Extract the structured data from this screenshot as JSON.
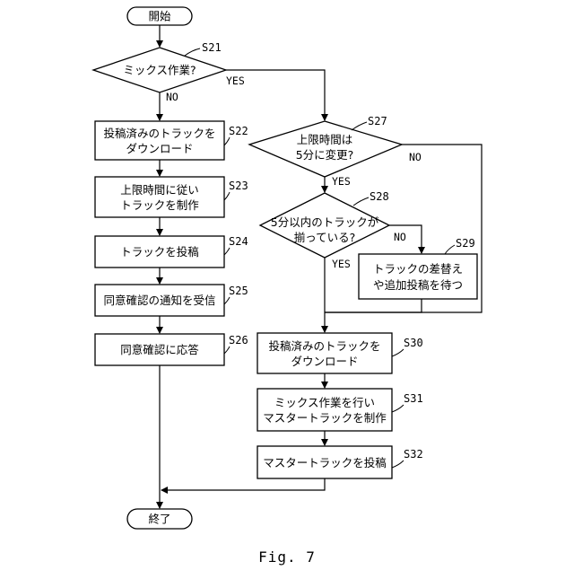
{
  "flowchart": {
    "start": "開始",
    "end": "終了",
    "s21": {
      "label": "S21",
      "lines": [
        "ミックス作業?"
      ],
      "yes": "YES",
      "no": "NO"
    },
    "s22": {
      "label": "S22",
      "lines": [
        "投稿済みのトラックを",
        "ダウンロード"
      ]
    },
    "s23": {
      "label": "S23",
      "lines": [
        "上限時間に従い",
        "トラックを制作"
      ]
    },
    "s24": {
      "label": "S24",
      "lines": [
        "トラックを投稿"
      ]
    },
    "s25": {
      "label": "S25",
      "lines": [
        "同意確認の通知を受信"
      ]
    },
    "s26": {
      "label": "S26",
      "lines": [
        "同意確認に応答"
      ]
    },
    "s27": {
      "label": "S27",
      "lines": [
        "上限時間は",
        "5分に変更?"
      ],
      "yes": "YES",
      "no": "NO"
    },
    "s28": {
      "label": "S28",
      "lines": [
        "5分以内のトラックが",
        "揃っている?"
      ],
      "yes": "YES",
      "no": "NO"
    },
    "s29": {
      "label": "S29",
      "lines": [
        "トラックの差替え",
        "や追加投稿を待つ"
      ]
    },
    "s30": {
      "label": "S30",
      "lines": [
        "投稿済みのトラックを",
        "ダウンロード"
      ]
    },
    "s31": {
      "label": "S31",
      "lines": [
        "ミックス作業を行い",
        "マスタートラックを制作"
      ]
    },
    "s32": {
      "label": "S32",
      "lines": [
        "マスタートラックを投稿"
      ]
    }
  },
  "caption": "Fig. 7"
}
